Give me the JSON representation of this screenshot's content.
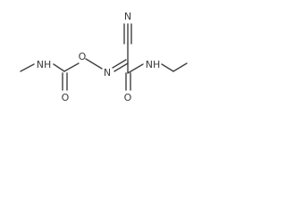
{
  "molecule": {
    "atoms": {
      "n_methylamide": "NH",
      "o_carbamate_carbonyl": "O",
      "o_oxime": "O",
      "n_oxime": "N",
      "n_nitrile": "N",
      "o_amide_carbonyl": "O",
      "n_ethylamide": "NH"
    }
  },
  "colors": {
    "bond": "#404040",
    "label": "#3a3a3a",
    "background": "#ffffff"
  }
}
